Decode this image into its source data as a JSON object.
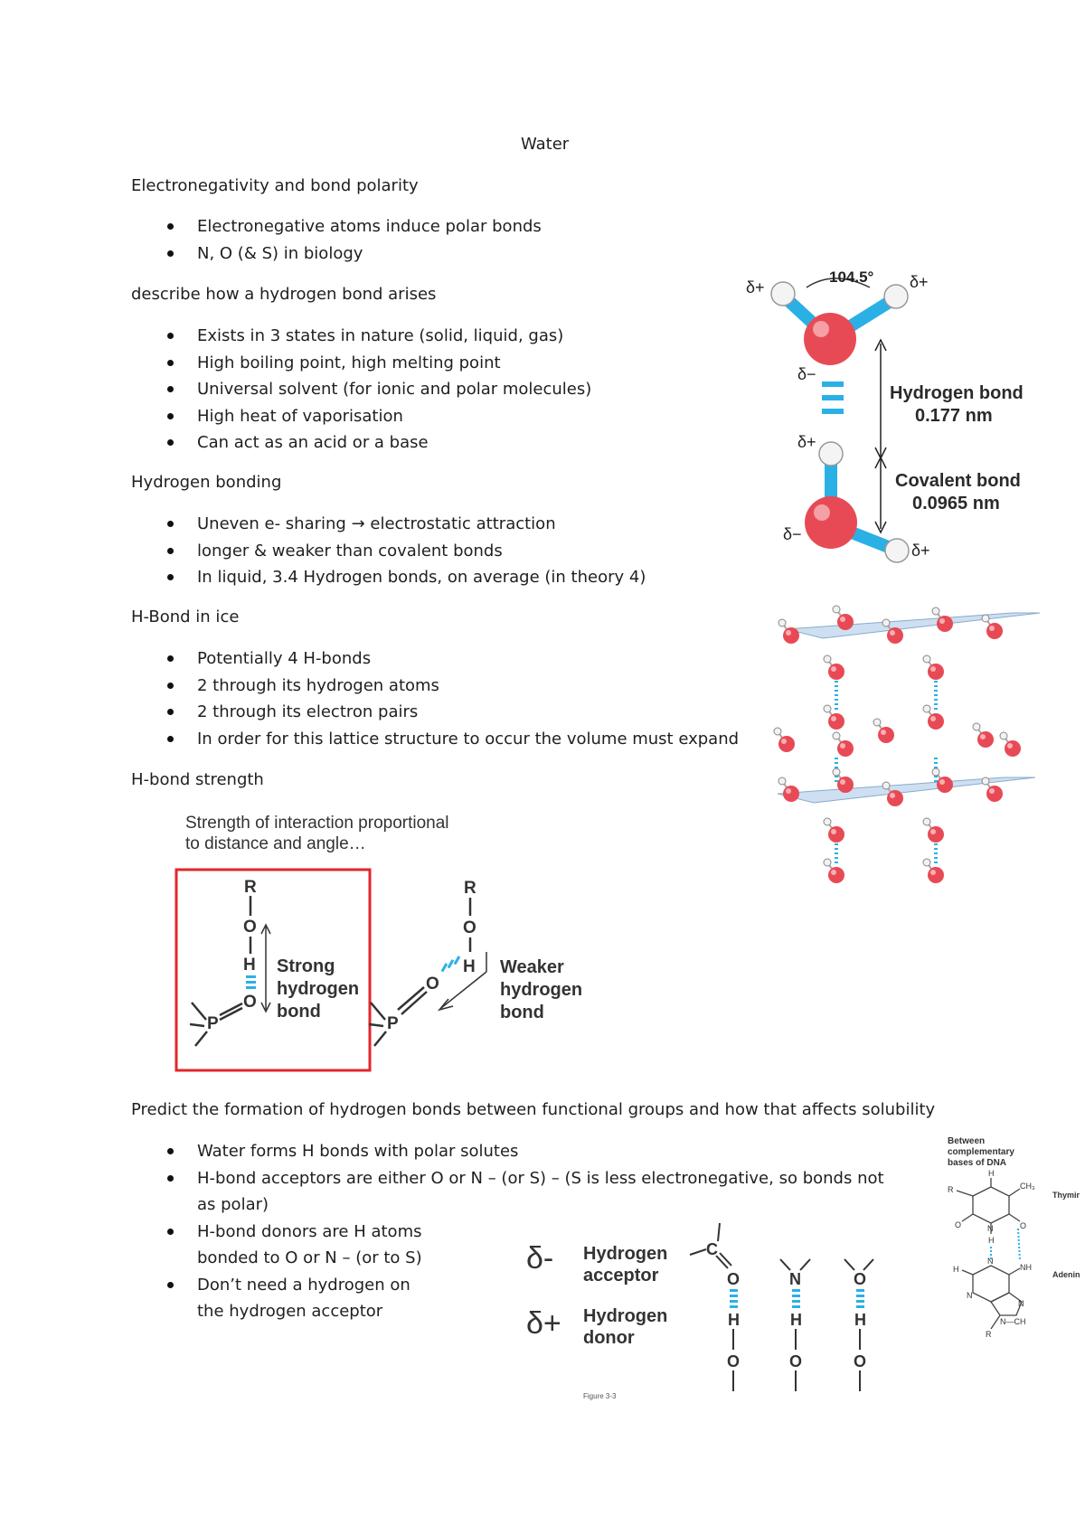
{
  "title": "Water",
  "sections": [
    {
      "heading": "Electronegativity and bond polarity",
      "bullets": [
        "Electronegative atoms induce polar bonds",
        "N, O (& S) in biology"
      ]
    },
    {
      "heading": "describe how a hydrogen bond arises",
      "bullets": [
        "Exists in 3 states in nature (solid, liquid, gas)",
        "High boiling point, high melting point",
        "Universal solvent (for ionic and polar molecules)",
        "High heat of vaporisation",
        "Can act as an acid or a base"
      ]
    },
    {
      "heading": "Hydrogen bonding",
      "bullets": [
        "Uneven e- sharing → electrostatic attraction",
        "longer & weaker than covalent bonds",
        "In liquid, 3.4 Hydrogen bonds, on average (in theory 4)"
      ]
    },
    {
      "heading": "H-Bond in ice",
      "bullets": [
        "Potentially 4 H-bonds",
        "2 through its hydrogen atoms",
        "2 through its electron pairs",
        "In order for this lattice structure to occur the volume must expand"
      ]
    },
    {
      "heading": "H-bond strength"
    },
    {
      "heading": "Predict the formation of hydrogen bonds between functional groups and how that affects solubility",
      "bullets": [
        "Water forms H bonds with polar solutes",
        "H-bond acceptors are either O or N – (or S) – (S is less electronegative, so bonds not as polar)",
        "H-bond donors are H atoms bonded to O or N – (or to S)",
        "Don’t need a hydrogen on the hydrogen acceptor"
      ]
    }
  ],
  "fig_water": {
    "angle": "104.5°",
    "delta_plus": "δ+",
    "delta_minus": "δ−",
    "hbond_label": "Hydrogen bond",
    "hbond_value": "0.177 nm",
    "covalent_label": "Covalent bond",
    "covalent_value": "0.0965 nm"
  },
  "fig_strength": {
    "caption_1": "Strength of interaction proportional",
    "caption_2": "to distance and angle…",
    "R": "R",
    "O": "O",
    "H": "H",
    "P": "P",
    "strong_1": "Strong",
    "strong_2": "hydrogen",
    "strong_3": "bond",
    "weak_1": "Weaker",
    "weak_2": "hydrogen",
    "weak_3": "bond"
  },
  "fig_donor": {
    "delta_minus": "δ-",
    "delta_plus": "δ+",
    "acceptor_1": "Hydrogen",
    "acceptor_2": "acceptor",
    "donor_1": "Hydrogen",
    "donor_2": "donor",
    "C": "C",
    "O": "O",
    "N": "N",
    "H": "H",
    "figure_label": "Figure 3-3"
  },
  "fig_dna": {
    "caption_1": "Between",
    "caption_2": "complementary",
    "caption_3": "bases of DNA",
    "thymine": "Thymine",
    "adenine": "Adenine",
    "R": "R",
    "H": "H",
    "CH3": "CH₃",
    "N": "N",
    "C": "C",
    "O": "O",
    "NH": "NH",
    "NCH": "N—CH"
  },
  "colors": {
    "oxygen": "#e84a55",
    "hydrogen": "#f2f2f2",
    "bond_blue": "#2bb0e6",
    "box_red": "#e3262b"
  }
}
